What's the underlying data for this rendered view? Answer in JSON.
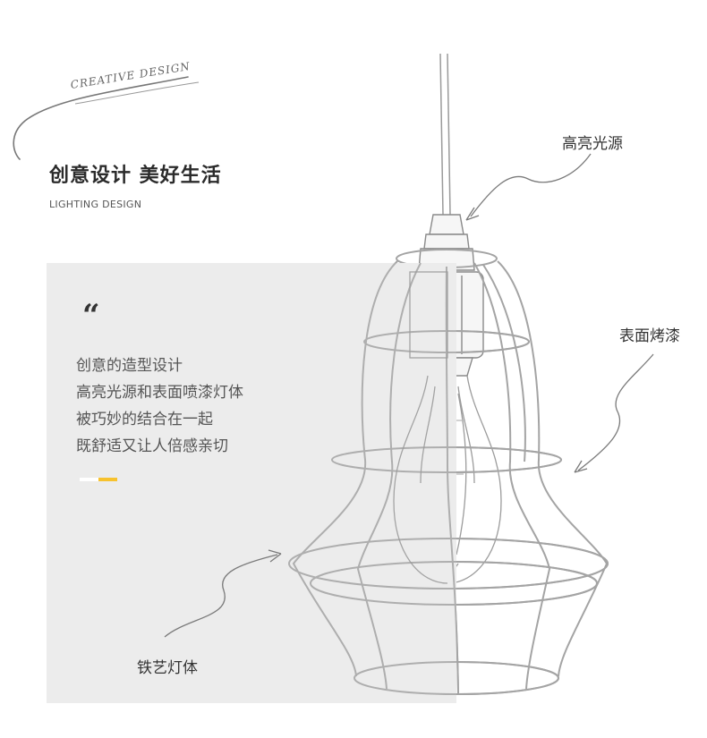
{
  "brand": {
    "script_text": "CREATIVE DESIGN",
    "headline": "创意设计 美好生活",
    "subhead": "LIGHTING DESIGN"
  },
  "quote": {
    "mark": "“",
    "lines": [
      "创意的造型设计",
      "高亮光源和表面喷漆灯体",
      "被巧妙的结合在一起",
      "既舒适又让人倍感亲切"
    ]
  },
  "callouts": {
    "light_source": "高亮光源",
    "surface_finish": "表面烤漆",
    "iron_body": "铁艺灯体"
  },
  "colors": {
    "accent": "#f7c22e",
    "panel": "#ececec",
    "text_dark": "#2b2b2b"
  }
}
